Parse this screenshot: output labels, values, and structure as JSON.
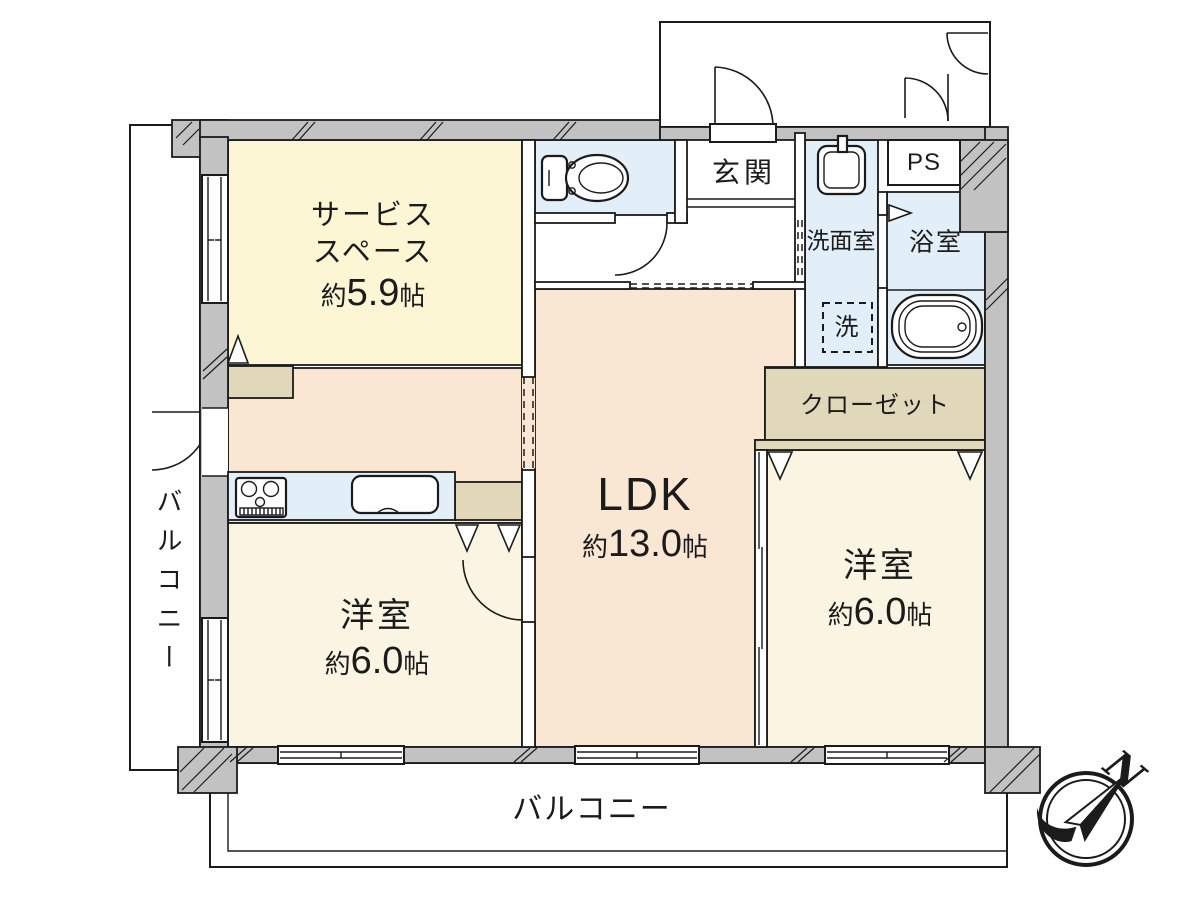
{
  "colors": {
    "wall": "#c2c2c2",
    "line": "#1b1b1b",
    "room_cream": "#fcf6d4",
    "room_cream2": "#faf5e2",
    "ldk_peach": "#f9e7d4",
    "water_blue": "#e2eff9",
    "closet_tan": "#e1d7b9"
  },
  "rooms": {
    "service_space": {
      "line1": "サービス",
      "line2": "スペース",
      "approx": "約",
      "size": "5.9",
      "unit": "帖"
    },
    "ldk": {
      "label": "LDK",
      "approx": "約",
      "size": "13.0",
      "unit": "帖"
    },
    "bedroom_southwest": {
      "label": "洋室",
      "approx": "約",
      "size": "6.0",
      "unit": "帖"
    },
    "bedroom_east": {
      "label": "洋室",
      "approx": "約",
      "size": "6.0",
      "unit": "帖"
    },
    "entrance": {
      "label": "玄関"
    },
    "washroom": {
      "label": "洗面室"
    },
    "bathroom": {
      "label": "浴室"
    },
    "washing_machine": {
      "label": "洗"
    },
    "closet": {
      "label": "クローゼット"
    },
    "pipe_space": {
      "label": "PS"
    }
  },
  "balconies": {
    "left": {
      "label": "バルコニー"
    },
    "bottom": {
      "label": "バルコニー"
    }
  },
  "compass": {
    "north": "N"
  }
}
